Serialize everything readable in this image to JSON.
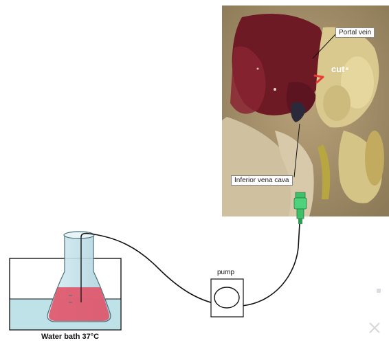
{
  "labels": {
    "portal_vein": "Portal vein",
    "cut": "cut",
    "inferior_vena_cava": "Inferior vena cava",
    "pump": "pump",
    "water_bath": "Water bath 37°C"
  },
  "colors": {
    "liver": "#7a1f2a",
    "tissue": "#c9b48a",
    "intestine": "#d8c78a",
    "water": "#bfe1e8",
    "medium": "#e0566a",
    "connector": "#3fbf6a",
    "cut_mark": "#e83a3a"
  }
}
